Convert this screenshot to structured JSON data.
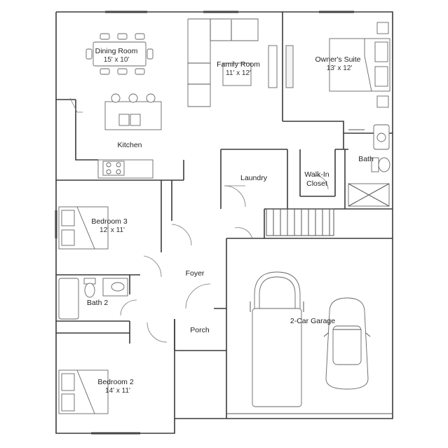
{
  "rooms": {
    "dining": {
      "name": "Dining Room",
      "dims": "15' x 10'"
    },
    "family": {
      "name": "Family Room",
      "dims": "11' x 12'"
    },
    "owners": {
      "name": "Owner's Suite",
      "dims": "13' x 12'"
    },
    "kitchen": {
      "name": "Kitchen"
    },
    "bath": {
      "name": "Bath"
    },
    "laundry": {
      "name": "Laundry"
    },
    "closet": {
      "name_line1": "Walk-In",
      "name_line2": "Closet"
    },
    "bedroom3": {
      "name": "Bedroom 3",
      "dims": "12' x 11'"
    },
    "foyer": {
      "name": "Foyer"
    },
    "bath2": {
      "name": "Bath 2"
    },
    "porch": {
      "name": "Porch"
    },
    "garage": {
      "name": "2-Car Garage"
    },
    "bedroom2": {
      "name": "Bedroom 2",
      "dims": "14' x 11'"
    }
  }
}
